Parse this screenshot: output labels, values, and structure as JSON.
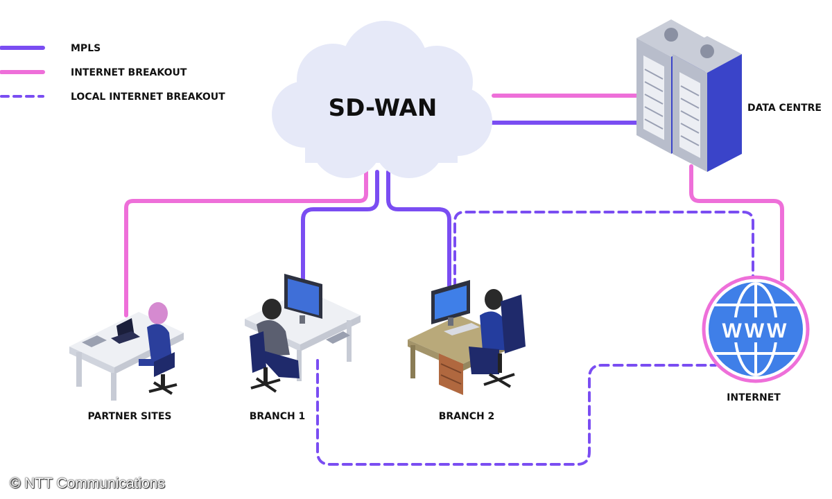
{
  "legend": {
    "mpls": "MPLS",
    "internet_breakout": "INTERNET BREAKOUT",
    "local_internet_breakout": "LOCAL INTERNET BREAKOUT"
  },
  "cloud": {
    "label": "SD-WAN"
  },
  "nodes": {
    "data_centre": "DATA CENTRE",
    "internet": "INTERNET",
    "partner_sites": "PARTNER SITES",
    "branch1": "BRANCH 1",
    "branch2": "BRANCH 2"
  },
  "globe": {
    "text": "WWW"
  },
  "copyright": "© NTT Communications",
  "colors": {
    "mpls": "#7a4df2",
    "internet_breakout": "#ee6fd9",
    "local_breakout": "#7a4df2",
    "cloud": "#e6e9f8",
    "server": "#3a44c9",
    "globe": "#3f7fe8"
  }
}
